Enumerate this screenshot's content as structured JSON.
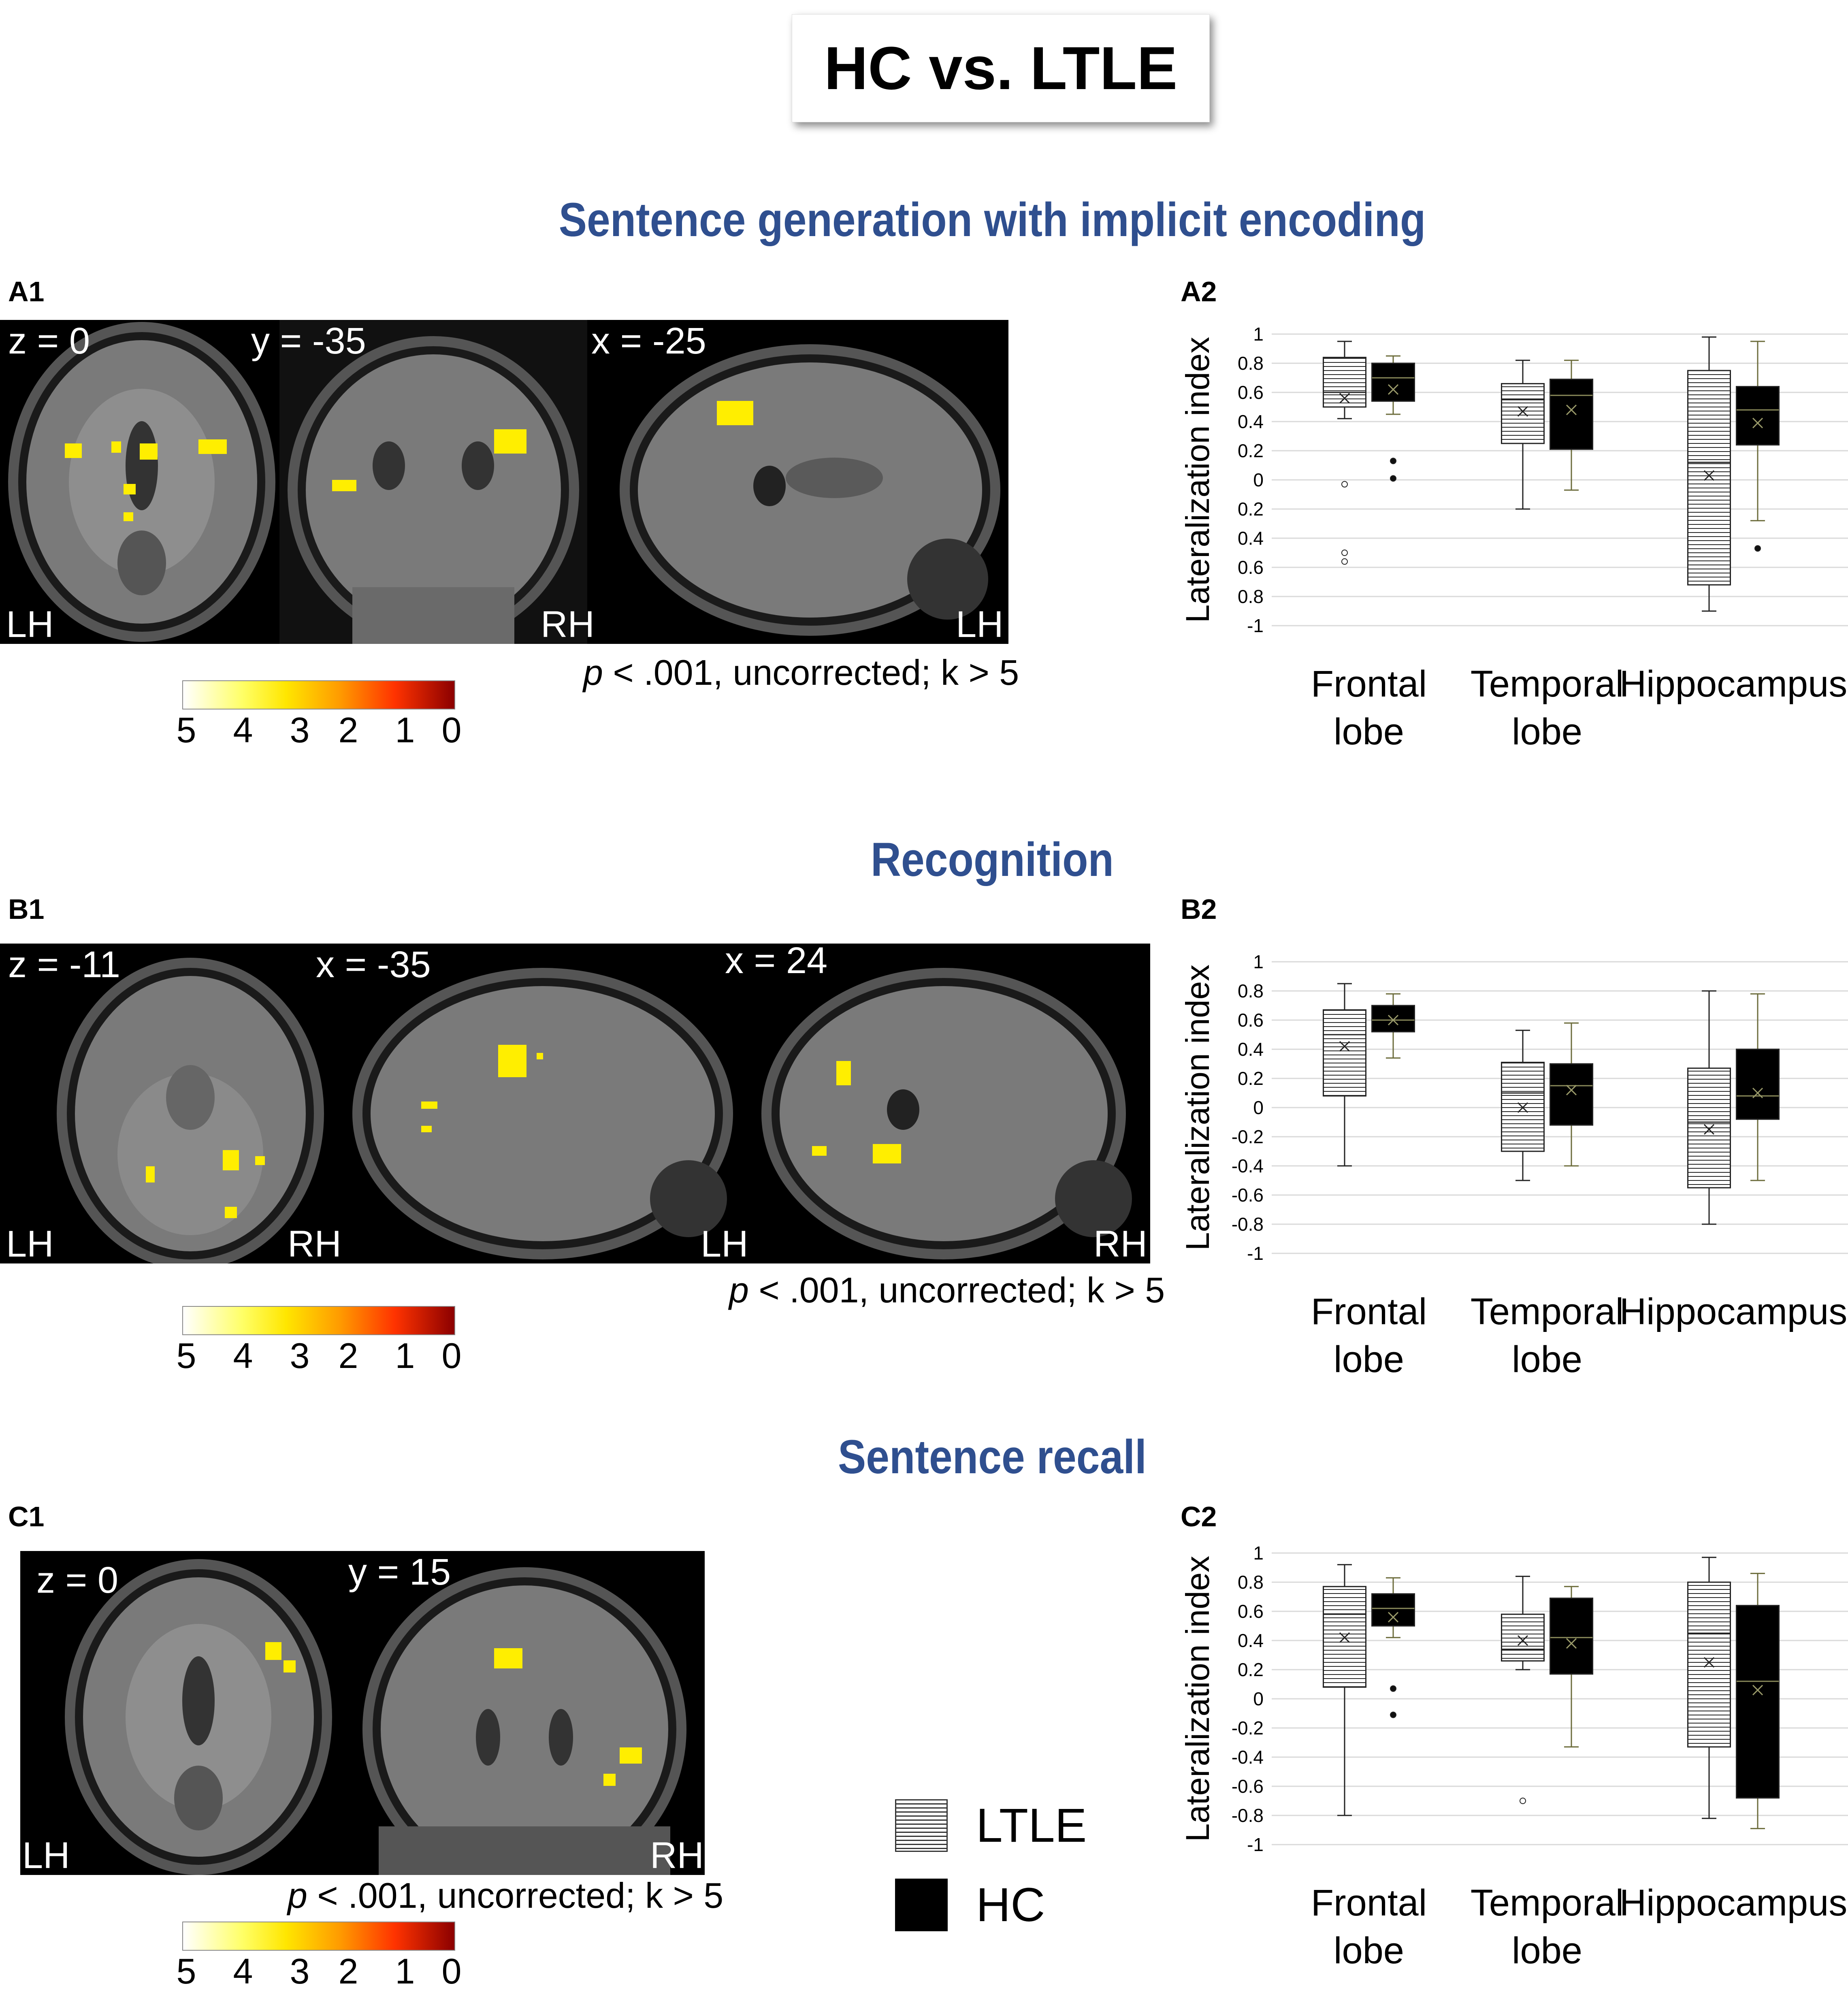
{
  "main_title": "HC vs. LTLE",
  "sections": [
    {
      "id": "A",
      "title": "Sentence generation with implicit encoding",
      "panel1_label": "A1",
      "panel2_label": "A2",
      "slices": [
        {
          "coord": "z = 0",
          "corner": "LH",
          "view": "axial"
        },
        {
          "coord": "y = -35",
          "corner": "RH",
          "view": "coronal"
        },
        {
          "coord": "x = -25",
          "corner": "LH",
          "view": "sagittal"
        }
      ],
      "threshold_prefix": "p",
      "threshold_text": " < .001, uncorrected; k > 5"
    },
    {
      "id": "B",
      "title": "Recognition",
      "panel1_label": "B1",
      "panel2_label": "B2",
      "slices": [
        {
          "coord": "z = -11",
          "corner": "LH",
          "corner2": "RH",
          "view": "axial"
        },
        {
          "coord": "x = -35",
          "corner": "LH",
          "view": "sagittal"
        },
        {
          "coord": "x = 24",
          "corner": "RH",
          "view": "sagittal"
        }
      ],
      "threshold_prefix": "p",
      "threshold_text": " < .001, uncorrected; k > 5"
    },
    {
      "id": "C",
      "title": "Sentence recall",
      "panel1_label": "C1",
      "panel2_label": "C2",
      "slices": [
        {
          "coord": "z = 0",
          "corner": "LH",
          "view": "axial"
        },
        {
          "coord": "y = 15",
          "corner": "RH",
          "view": "coronal"
        }
      ],
      "threshold_prefix": "p",
      "threshold_text": " < .001, uncorrected; k > 5"
    }
  ],
  "colorbar": {
    "ticks": [
      "5",
      "4",
      "3",
      "2",
      "1",
      "0"
    ]
  },
  "legend": [
    {
      "name": "LTLE",
      "pattern": "horizontal-stripes"
    },
    {
      "name": "HC",
      "color": "#000000"
    }
  ],
  "chart_data": [
    {
      "type": "box",
      "panel": "A2",
      "ylabel": "Lateralization index",
      "ylim": [
        -1,
        1
      ],
      "yticks": [
        "1",
        "0.8",
        "0.6",
        "0.4",
        "0.2",
        "0",
        "-0.2",
        "-0.4",
        "-0.6",
        "-0.8",
        "-1"
      ],
      "ytick_display": [
        "1",
        "0.8",
        "0.6",
        "0.4",
        "0.2",
        "0",
        "0.2",
        "0.4",
        "0.6",
        "0.8",
        "-1"
      ],
      "grid": true,
      "categories": [
        [
          "Frontal",
          "lobe"
        ],
        [
          "Temporal",
          "lobe"
        ],
        [
          "Hippocampus"
        ]
      ],
      "series": [
        {
          "name": "LTLE",
          "boxes": [
            {
              "min": 0.42,
              "q1": 0.5,
              "median": 0.6,
              "q3": 0.84,
              "max": 0.95,
              "mean": 0.56,
              "outliers": [
                -0.03,
                -0.5,
                -0.56
              ]
            },
            {
              "min": -0.2,
              "q1": 0.25,
              "median": 0.55,
              "q3": 0.66,
              "max": 0.82,
              "mean": 0.47,
              "outliers": []
            },
            {
              "min": -0.9,
              "q1": -0.72,
              "median": 0.12,
              "q3": 0.75,
              "max": 0.98,
              "mean": 0.03,
              "outliers": []
            }
          ]
        },
        {
          "name": "HC",
          "boxes": [
            {
              "min": 0.45,
              "q1": 0.54,
              "median": 0.7,
              "q3": 0.8,
              "max": 0.85,
              "mean": 0.62,
              "outliers": [
                0.13,
                0.01
              ]
            },
            {
              "min": -0.07,
              "q1": 0.21,
              "median": 0.58,
              "q3": 0.69,
              "max": 0.82,
              "mean": 0.48,
              "outliers": []
            },
            {
              "min": -0.28,
              "q1": 0.24,
              "median": 0.48,
              "q3": 0.64,
              "max": 0.95,
              "mean": 0.39,
              "outliers": [
                -0.47
              ]
            }
          ]
        }
      ]
    },
    {
      "type": "box",
      "panel": "B2",
      "ylabel": "Lateralization index",
      "ylim": [
        -1,
        1
      ],
      "yticks": [
        "1",
        "0.8",
        "0.6",
        "0.4",
        "0.2",
        "0",
        "-0.2",
        "-0.4",
        "-0.6",
        "-0.8",
        "-1"
      ],
      "grid": true,
      "categories": [
        [
          "Frontal",
          "lobe"
        ],
        [
          "Temporal",
          "lobe"
        ],
        [
          "Hippocampus"
        ]
      ],
      "series": [
        {
          "name": "LTLE",
          "boxes": [
            {
              "min": -0.4,
              "q1": 0.08,
              "median": 0.5,
              "q3": 0.67,
              "max": 0.85,
              "mean": 0.42,
              "outliers": []
            },
            {
              "min": -0.5,
              "q1": -0.3,
              "median": 0.1,
              "q3": 0.31,
              "max": 0.53,
              "mean": 0.0,
              "outliers": []
            },
            {
              "min": -0.8,
              "q1": -0.55,
              "median": -0.1,
              "q3": 0.27,
              "max": 0.8,
              "mean": -0.15,
              "outliers": []
            }
          ]
        },
        {
          "name": "HC",
          "boxes": [
            {
              "min": 0.34,
              "q1": 0.52,
              "median": 0.6,
              "q3": 0.7,
              "max": 0.78,
              "mean": 0.6,
              "outliers": []
            },
            {
              "min": -0.4,
              "q1": -0.12,
              "median": 0.15,
              "q3": 0.3,
              "max": 0.58,
              "mean": 0.12,
              "outliers": []
            },
            {
              "min": -0.5,
              "q1": -0.08,
              "median": 0.08,
              "q3": 0.4,
              "max": 0.78,
              "mean": 0.1,
              "outliers": []
            }
          ]
        }
      ]
    },
    {
      "type": "box",
      "panel": "C2",
      "ylabel": "Lateralization index",
      "ylim": [
        -1,
        1
      ],
      "yticks": [
        "1",
        "0.8",
        "0.6",
        "0.4",
        "0.2",
        "0",
        "-0.2",
        "-0.4",
        "-0.6",
        "-0.8",
        "-1"
      ],
      "grid": true,
      "categories": [
        [
          "Frontal",
          "lobe"
        ],
        [
          "Temporal",
          "lobe"
        ],
        [
          "Hippocampus"
        ]
      ],
      "series": [
        {
          "name": "LTLE",
          "boxes": [
            {
              "min": -0.8,
              "q1": 0.08,
              "median": 0.58,
              "q3": 0.77,
              "max": 0.92,
              "mean": 0.42,
              "outliers": []
            },
            {
              "min": 0.2,
              "q1": 0.26,
              "median": 0.34,
              "q3": 0.58,
              "max": 0.84,
              "mean": 0.4,
              "outliers": [
                -0.7
              ]
            },
            {
              "min": -0.82,
              "q1": -0.33,
              "median": 0.45,
              "q3": 0.8,
              "max": 0.97,
              "mean": 0.25,
              "outliers": []
            }
          ]
        },
        {
          "name": "HC",
          "boxes": [
            {
              "min": 0.42,
              "q1": 0.5,
              "median": 0.62,
              "q3": 0.72,
              "max": 0.83,
              "mean": 0.56,
              "outliers": [
                0.07,
                -0.11
              ]
            },
            {
              "min": -0.33,
              "q1": 0.17,
              "median": 0.42,
              "q3": 0.69,
              "max": 0.77,
              "mean": 0.38,
              "outliers": []
            },
            {
              "min": -0.89,
              "q1": -0.68,
              "median": 0.12,
              "q3": 0.64,
              "max": 0.86,
              "mean": 0.06,
              "outliers": []
            }
          ]
        }
      ]
    }
  ]
}
